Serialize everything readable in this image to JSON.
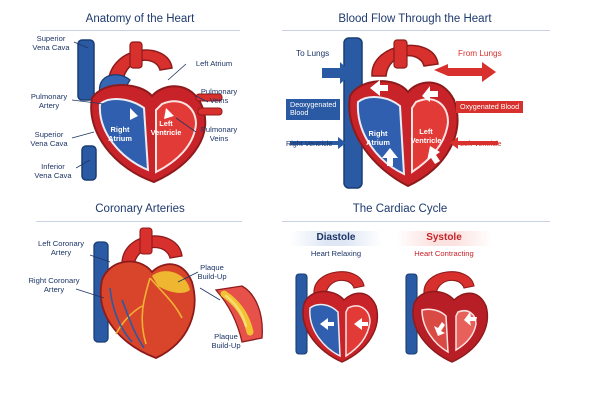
{
  "panels": {
    "anatomy": {
      "title": "Anatomy of the Heart",
      "labels": {
        "superior_vena_cava": "Superior\nVena Cava",
        "pulmonary_artery": "Pulmonary\nArtery",
        "superior_vena_cava_2": "Superior\nVena Cava",
        "inferior_vena_cava": "Inferior\nVena Cava",
        "left_atrium": "Left Atrium",
        "pulmonary_veins_1": "Pulmonary\nVeins",
        "pulmonary_veins_2": "Pulmonary\nVeins",
        "right_atrium": "Right\nAtrium",
        "left_ventricle": "Left\nVentricle"
      }
    },
    "blood_flow": {
      "title": "Blood Flow Through the Heart",
      "to_lungs": "To Lungs",
      "from_lungs": "From Lungs",
      "deoxygenated_blood": "Deoxygenated\nBlood",
      "oxygenated_blood": "Oxygenated Blood",
      "right_ventricle": "Right Ventricle",
      "left_ventricle": "Left Ventricle",
      "right_atrium": "Right\nAtrium",
      "left_ventricle_inner": "Left\nVentricle"
    },
    "coronary": {
      "title": "Coronary Arteries",
      "left_coronary_artery": "Left Coronary\nArtery",
      "right_coronary_artery": "Right Coronary\nArtery",
      "plaque_buildup_1": "Plaque\nBuild-Up",
      "plaque_buildup_2": "Plaque\nBuild-Up"
    },
    "cardiac_cycle": {
      "title": "The Cardiac Cycle",
      "diastole": "Diastole",
      "diastole_sub": "Heart Relaxing",
      "systole": "Systole",
      "systole_sub": "Heart Contracting"
    }
  },
  "colors": {
    "title_navy": "#1f3a6e",
    "vein_blue": "#2a5aa3",
    "artery_red": "#d8302d",
    "muscle_red": "#c9232a",
    "plaque_yellow": "#f1c232"
  }
}
